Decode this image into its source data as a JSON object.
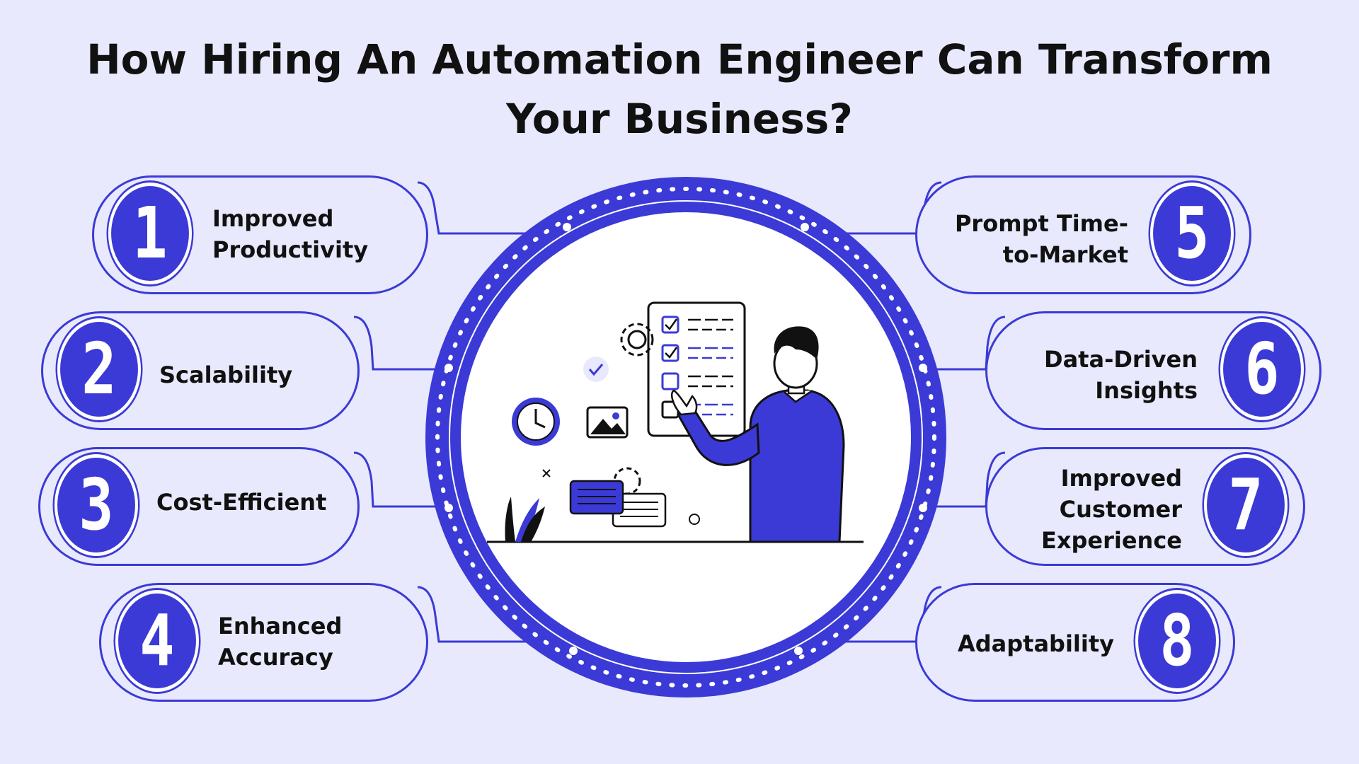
{
  "title": {
    "line1": "How Hiring An Automation Engineer Can Transform",
    "line2": "Your Business?"
  },
  "colors": {
    "background": "#e8e9fc",
    "accent": "#3b3ad6",
    "text": "#111111",
    "white": "#ffffff"
  },
  "items": [
    {
      "number": "1",
      "lines": [
        "Improved",
        "Productivity"
      ]
    },
    {
      "number": "2",
      "lines": [
        "Scalability"
      ]
    },
    {
      "number": "3",
      "lines": [
        "Cost-Efficient"
      ]
    },
    {
      "number": "4",
      "lines": [
        "Enhanced",
        "Accuracy"
      ]
    },
    {
      "number": "5",
      "lines": [
        "Prompt Time-",
        "to-Market"
      ]
    },
    {
      "number": "6",
      "lines": [
        "Data-Driven",
        "Insights"
      ]
    },
    {
      "number": "7",
      "lines": [
        "Improved",
        "Customer",
        "Experience"
      ]
    },
    {
      "number": "8",
      "lines": [
        "Adaptability"
      ]
    }
  ],
  "illustration": {
    "icons": [
      "clock-icon",
      "image-icon",
      "gear-icon",
      "check-icon",
      "checklist-icon",
      "chat-card-icon",
      "person-figure",
      "plant-icon"
    ]
  }
}
